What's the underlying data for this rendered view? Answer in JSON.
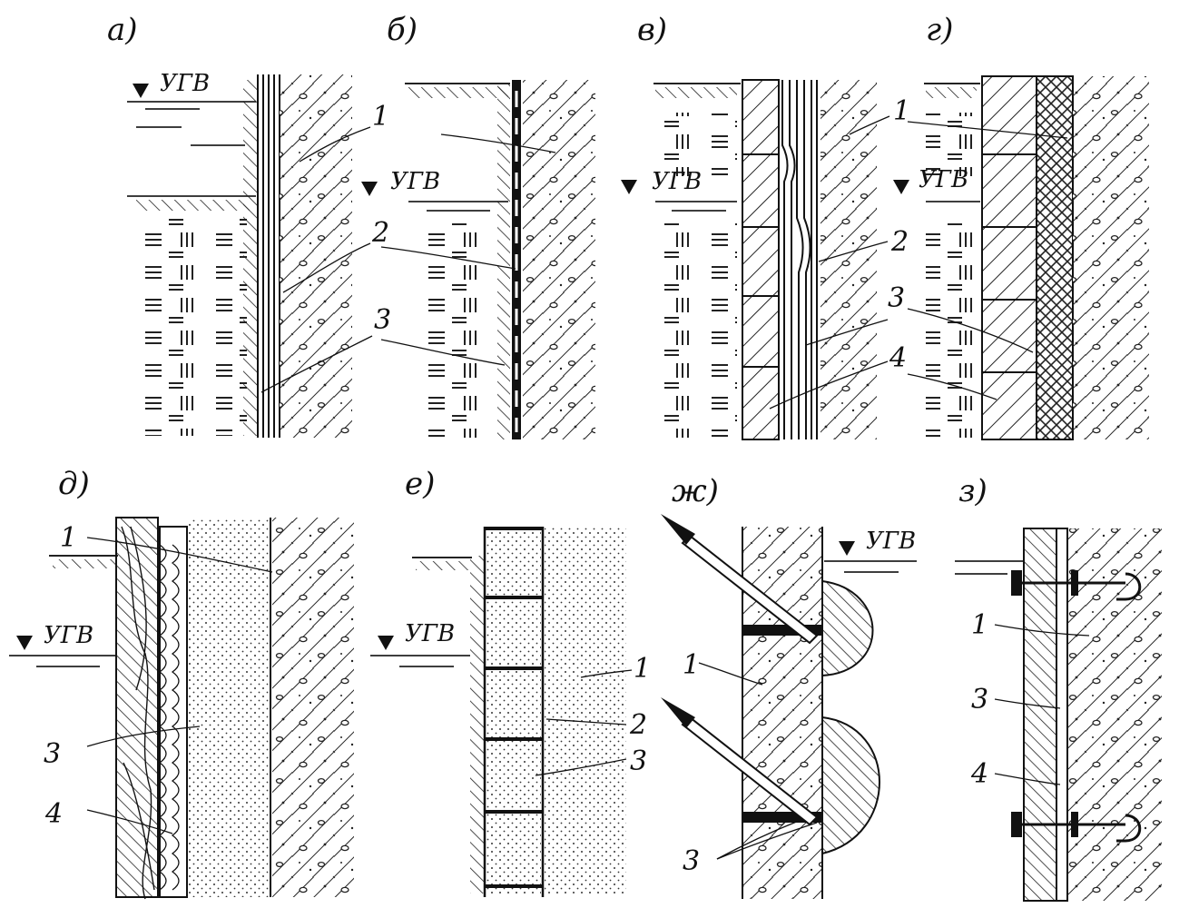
{
  "panels": [
    {
      "id": "a",
      "letter": "а)",
      "ugv": "УГВ",
      "callouts": [
        "1",
        "2",
        "3"
      ]
    },
    {
      "id": "b",
      "letter": "б)",
      "ugv": "УГВ"
    },
    {
      "id": "v",
      "letter": "в)",
      "ugv": "УГВ",
      "callouts": [
        "2"
      ]
    },
    {
      "id": "g",
      "letter": "г)",
      "ugv": "УГВ",
      "callouts": [
        "1",
        "3",
        "4"
      ]
    },
    {
      "id": "d",
      "letter": "д)",
      "ugv": "УГВ",
      "callouts": [
        "1",
        "3",
        "4"
      ]
    },
    {
      "id": "e",
      "letter": "е)",
      "ugv": "УГВ",
      "callouts": [
        "1",
        "2",
        "3"
      ]
    },
    {
      "id": "zh",
      "letter": "ж)",
      "ugv": "УГВ",
      "callouts": [
        "1",
        "3"
      ]
    },
    {
      "id": "z",
      "letter": "з)",
      "callouts": [
        "1",
        "3",
        "4"
      ]
    }
  ]
}
